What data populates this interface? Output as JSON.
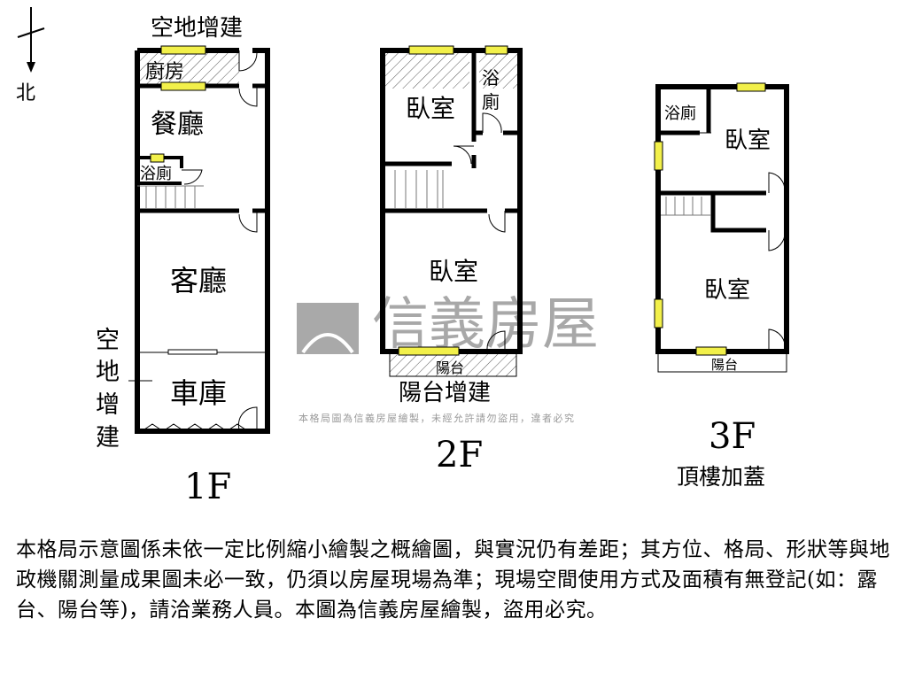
{
  "compass": {
    "north_label": "北"
  },
  "floor1": {
    "title": "1F",
    "extension_top": "空地增建",
    "kitchen": "廚房",
    "dining": "餐廳",
    "bathroom": "浴廁",
    "living": "客廳",
    "garage": "車庫",
    "extension_side": [
      "空",
      "地",
      "增",
      "建"
    ]
  },
  "floor2": {
    "title": "2F",
    "bedroom_top": "臥室",
    "bathroom": [
      "浴",
      "廁"
    ],
    "bedroom_bottom": "臥室",
    "balcony": "陽台",
    "balcony_extension": "陽台增建"
  },
  "floor3": {
    "title": "3F",
    "subtitle": "頂樓加蓋",
    "bathroom": "浴廁",
    "bedroom_top": "臥室",
    "bedroom_bottom": "臥室",
    "balcony": "陽台"
  },
  "watermark": {
    "brand": "信義房屋",
    "notice": "本格局圖為信義房屋繪製，未經允許請勿盜用，違者必究"
  },
  "colors": {
    "wall": "#000000",
    "window": "#f2f04a",
    "watermark": "#9a9a9a"
  },
  "caption": "本格局示意圖係未依一定比例縮小繪製之概繪圖，與實況仍有差距；其方位、格局、形狀等與地政機關測量成果圖未必一致，仍須以房屋現場為準；現場空間使用方式及面積有無登記(如：露台、陽台等)，請洽業務人員。本圖為信義房屋繪製，盜用必究。"
}
